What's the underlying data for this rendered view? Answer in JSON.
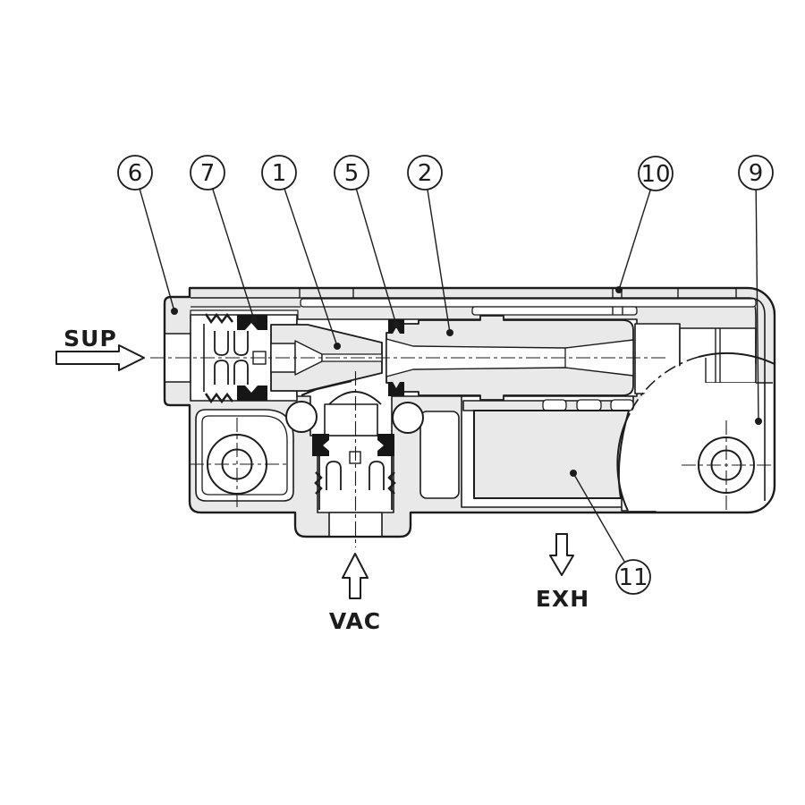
{
  "diagram": {
    "type": "technical-cross-section",
    "callouts": [
      {
        "id": "6",
        "label": "6"
      },
      {
        "id": "7",
        "label": "7"
      },
      {
        "id": "1",
        "label": "1"
      },
      {
        "id": "5",
        "label": "5"
      },
      {
        "id": "2",
        "label": "2"
      },
      {
        "id": "10",
        "label": "10"
      },
      {
        "id": "9",
        "label": "9"
      },
      {
        "id": "11",
        "label": "11"
      }
    ],
    "ports": {
      "supply_label": "SUP",
      "vacuum_label": "VAC",
      "exhaust_label": "EXH"
    },
    "colors": {
      "background": "#ffffff",
      "body_fill": "#e9e9e9",
      "seal_fill": "#161616",
      "line": "#1c1c1c"
    }
  }
}
